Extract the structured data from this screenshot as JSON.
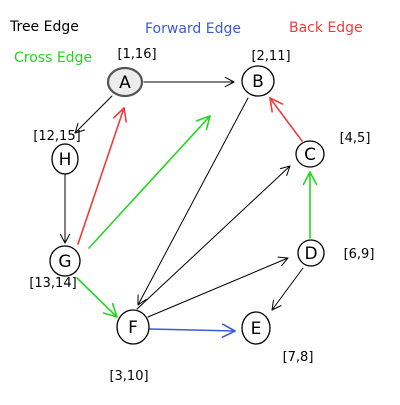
{
  "legend": {
    "tree_edge": {
      "label": "Tree Edge",
      "color": "#000000"
    },
    "forward_edge": {
      "label": "Forward Edge",
      "color": "#3a5bd6"
    },
    "back_edge": {
      "label": "Back Edge",
      "color": "#ef3b3b"
    },
    "cross_edge": {
      "label": "Cross Edge",
      "color": "#22d622"
    }
  },
  "nodes": [
    {
      "id": "A",
      "label": "A",
      "interval": "[1,16]",
      "highlighted": true
    },
    {
      "id": "B",
      "label": "B",
      "interval": "[2,11]"
    },
    {
      "id": "C",
      "label": "C",
      "interval": "[4,5]"
    },
    {
      "id": "D",
      "label": "D",
      "interval": "[6,9]"
    },
    {
      "id": "E",
      "label": "E",
      "interval": "[7,8]"
    },
    {
      "id": "F",
      "label": "F",
      "interval": "[3,10]"
    },
    {
      "id": "G",
      "label": "G",
      "interval": "[13,14]"
    },
    {
      "id": "H",
      "label": "H",
      "interval": "[12,15]"
    }
  ],
  "edges": [
    {
      "from": "A",
      "to": "B",
      "type": "tree"
    },
    {
      "from": "A",
      "to": "H",
      "type": "tree"
    },
    {
      "from": "H",
      "to": "G",
      "type": "tree"
    },
    {
      "from": "B",
      "to": "F",
      "type": "tree"
    },
    {
      "from": "F",
      "to": "C",
      "type": "tree"
    },
    {
      "from": "F",
      "to": "D",
      "type": "tree"
    },
    {
      "from": "D",
      "to": "E",
      "type": "tree"
    },
    {
      "from": "F",
      "to": "E",
      "type": "forward"
    },
    {
      "from": "G",
      "to": "A",
      "type": "back"
    },
    {
      "from": "C",
      "to": "B",
      "type": "back"
    },
    {
      "from": "G",
      "to": "B",
      "type": "cross"
    },
    {
      "from": "G",
      "to": "F",
      "type": "cross"
    },
    {
      "from": "D",
      "to": "C",
      "type": "cross"
    }
  ]
}
